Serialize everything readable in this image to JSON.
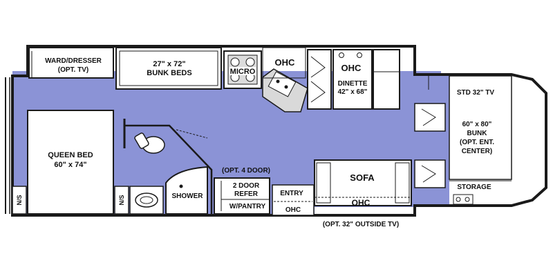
{
  "floorplan": {
    "labels": {
      "ward_dresser": "WARD/DRESSER",
      "opt_tv": "(OPT. TV)",
      "bunk_beds_size": "27\" x 72\"",
      "bunk_beds": "BUNK BEDS",
      "micro": "MICRO",
      "ohc_kitchen": "OHC",
      "ohc_dinette": "OHC",
      "dinette": "DINETTE",
      "dinette_size": "42\" x 68\"",
      "std_tv": "STD 32\" TV",
      "bunk_size": "60\" x 80\"",
      "bunk": "BUNK",
      "opt_ent": "(OPT. ENT.",
      "center": "CENTER)",
      "queen_bed": "QUEEN BED",
      "queen_size": "60\" x 74\"",
      "opt_4_door": "(OPT. 4 DOOR)",
      "refer_line1": "2 DOOR",
      "refer_line2": "REFER",
      "w_pantry": "W/PANTRY",
      "entry": "ENTRY",
      "ohc_entry": "OHC",
      "sofa": "SOFA",
      "ohc_sofa": "OHC",
      "storage": "STORAGE",
      "shower": "SHOWER",
      "ns_left": "N/S",
      "ns_right": "N/S",
      "opt_outside_tv": "(OPT. 32\" OUTSIDE TV)"
    },
    "colors": {
      "floor": "#8b93d6",
      "wall": "#1a1a1a",
      "fixture": "#ffffff",
      "countertop": "#d9d9d9"
    }
  }
}
